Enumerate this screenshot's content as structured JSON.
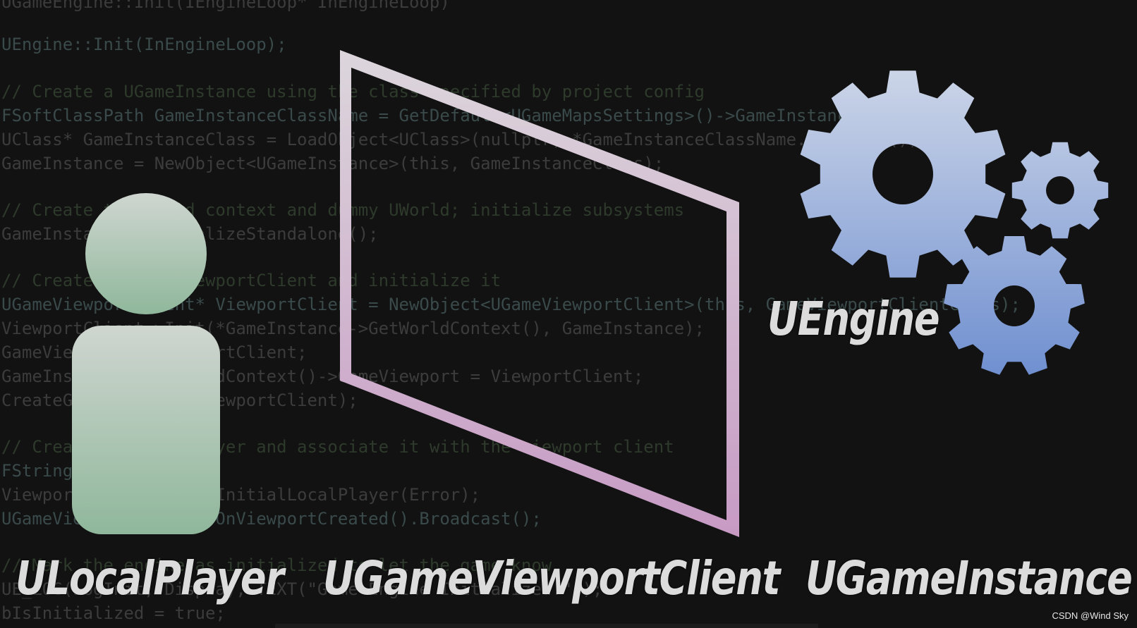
{
  "code_lines": [
    "UGameEngine::Init(IEngineLoop* InEngineLoop)",
    "UEngine::Init(InEngineLoop);",
    "// Create a UGameInstance using the class specified by project config",
    "FSoftClassPath GameInstanceClassName = GetDefault<UGameMapsSettings>()->GameInstanceClass;",
    "UClass* GameInstanceClass = LoadObject<UClass>(nullptr, *GameInstanceClassName.ToString());",
    "GameInstance = NewObject<UGameInstance>(this, GameInstanceClass);",
    "// Create the world context and dummy UWorld; initialize subsystems",
    "GameInstance->InitializeStandalone();",
    "// Create a UGameViewportClient and initialize it",
    "UGameViewportClient* ViewportClient = NewObject<UGameViewportClient>(this, GameViewportClientClass);",
    "ViewportClient->Init(*GameInstance->GetWorldContext(), GameInstance);",
    "GameViewport = ViewportClient;",
    "GameInstance->GetWorldContext()->GameViewport = ViewportClient;",
    "CreateGameViewport(ViewportClient);",
    "// Create a ULocalPlayer and associate it with the viewport client",
    "FString Error;",
    "ViewportClient->SetupInitialLocalPlayer(Error);",
    "UGameViewportClient::OnViewportCreated().Broadcast();",
    "// Mark the engine as initialized to let the game know",
    "UE_LOG(LogInit, Display, TEXT(\"Game Engine Initialized.\"));",
    "bIsInitialized = true;"
  ],
  "labels": {
    "engine": "UEngine",
    "local_player": "ULocalPlayer",
    "viewport_client": "UGameViewportClient",
    "game_instance": "UGameInstance"
  },
  "icons": {
    "player": "person-icon",
    "viewport": "viewport-frame-icon",
    "engine": "gears-icon"
  },
  "colors": {
    "background": "#121212",
    "person_top": "#cfd6d0",
    "person_bottom": "#8fb79b",
    "frame_top": "#dcd6dc",
    "frame_bottom": "#c79ac4",
    "gear_top": "#cdd6e8",
    "gear_bottom": "#6f8fd0",
    "label": "#dcdcdc"
  },
  "watermark": "CSDN @Wind Sky"
}
